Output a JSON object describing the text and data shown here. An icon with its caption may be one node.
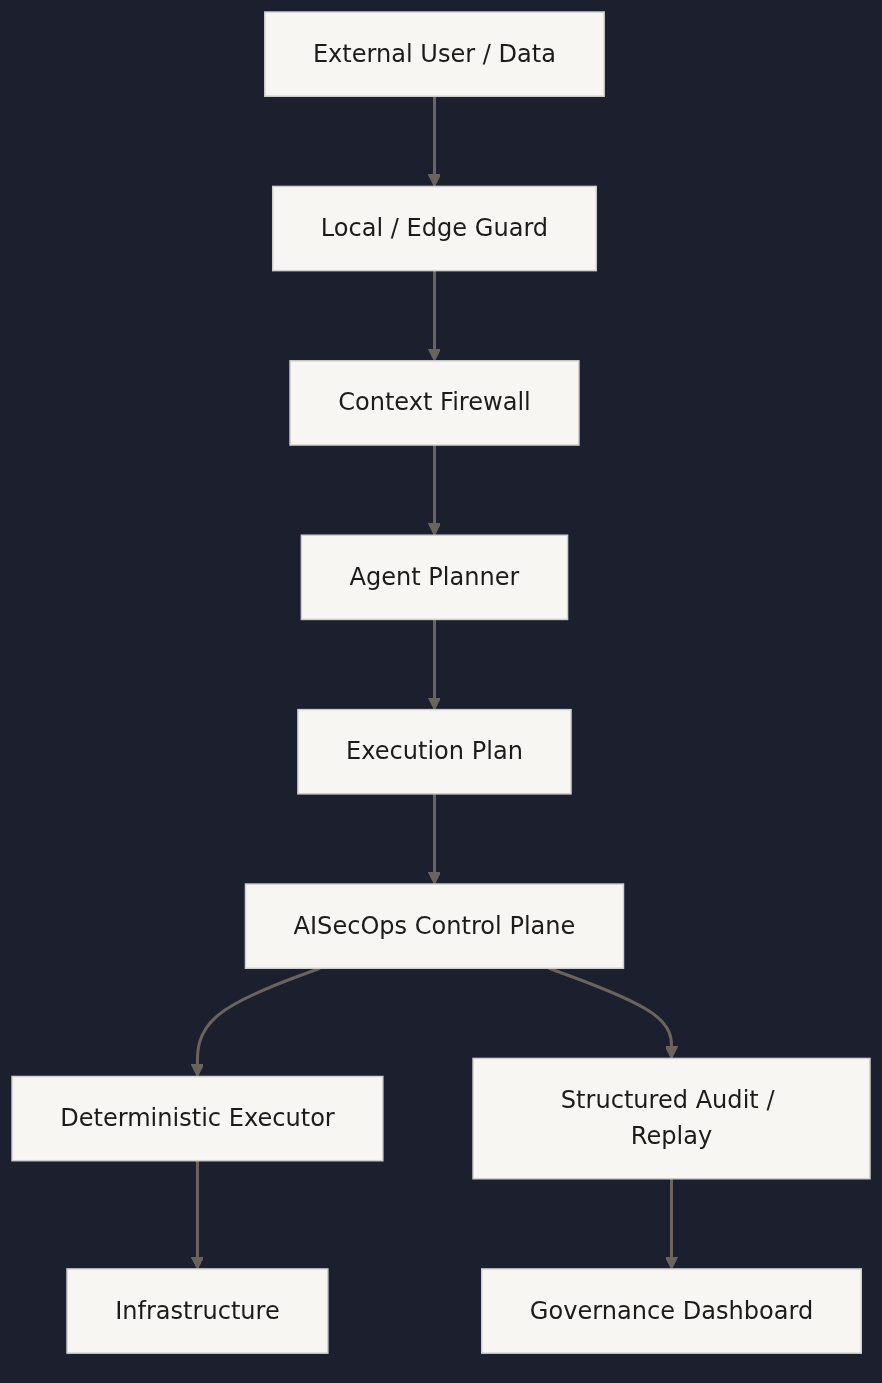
{
  "diagram": {
    "nodes": [
      {
        "text": [
          "External User / Data"
        ]
      },
      {
        "text": [
          "Local / Edge Guard"
        ]
      },
      {
        "text": [
          "Context Firewall"
        ]
      },
      {
        "text": [
          "Agent Planner"
        ]
      },
      {
        "text": [
          "Execution Plan"
        ]
      },
      {
        "text": [
          "AISecOps Control Plane"
        ]
      },
      {
        "text": [
          "Deterministic Executor"
        ]
      },
      {
        "text": [
          "Structured Audit / Replay"
        ]
      },
      {
        "text": [
          "Infrastructure"
        ]
      },
      {
        "text": [
          "Governance Dashboard"
        ]
      }
    ],
    "edges": [
      {
        "from": 0,
        "to": 1,
        "arrow": "to"
      },
      {
        "from": 1,
        "to": 2,
        "arrow": "to"
      },
      {
        "from": 2,
        "to": 3,
        "arrow": "to"
      },
      {
        "from": 3,
        "to": 4,
        "arrow": "to"
      },
      {
        "from": 4,
        "to": 5,
        "arrow": "to"
      },
      {
        "from": 5,
        "to": 6,
        "arrow": "to"
      },
      {
        "from": 5,
        "to": 7,
        "arrow": "to"
      },
      {
        "from": 6,
        "to": 8,
        "arrow": "to"
      },
      {
        "from": 7,
        "to": 9,
        "arrow": "to"
      }
    ]
  }
}
